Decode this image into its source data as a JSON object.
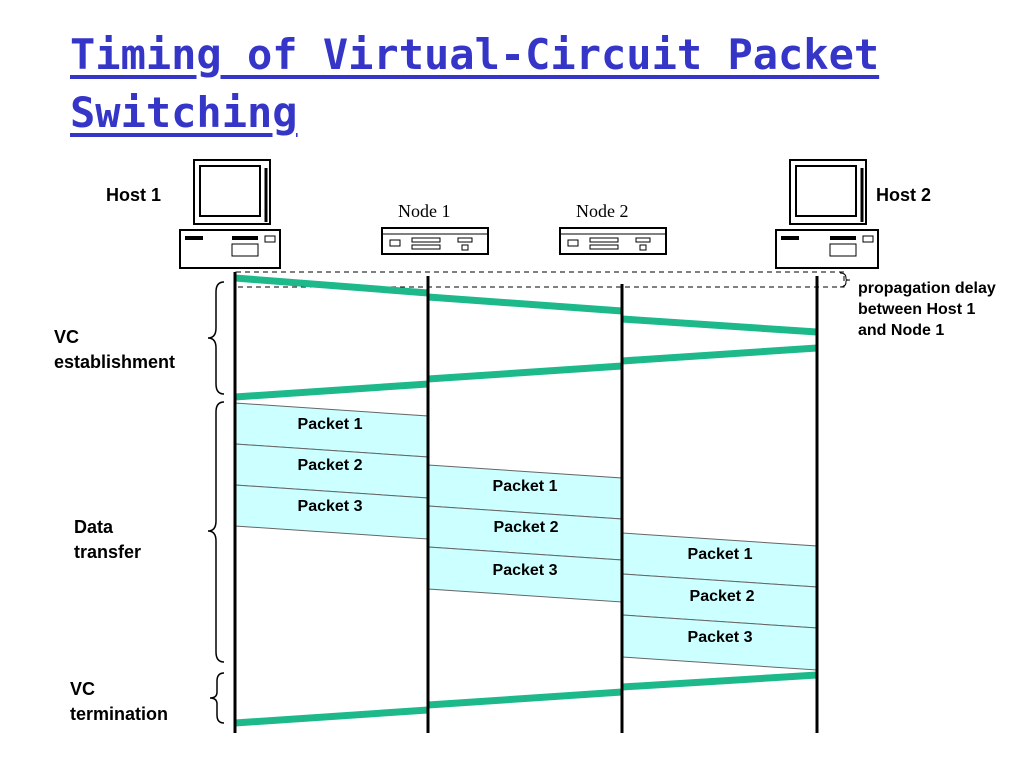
{
  "title": {
    "line1": "Timing of Virtual-Circuit Packet",
    "line2": "Switching"
  },
  "hosts": {
    "host1": "Host 1",
    "host2": "Host 2"
  },
  "nodes": {
    "node1": "Node 1",
    "node2": "Node 2"
  },
  "phases": {
    "vc_establishment": [
      "VC",
      "establishment"
    ],
    "data_transfer": [
      "Data",
      "transfer"
    ],
    "vc_termination": [
      "VC",
      "termination"
    ]
  },
  "propagation_note": [
    "propagation delay",
    "between Host 1",
    "and Node 1"
  ],
  "packets": {
    "host1_to_node1": [
      "Packet 1",
      "Packet 2",
      "Packet 3"
    ],
    "node1_to_node2": [
      "Packet 1",
      "Packet 2",
      "Packet 3"
    ],
    "node2_to_host2": [
      "Packet 1",
      "Packet 2",
      "Packet 3"
    ]
  },
  "colors": {
    "title": "#3535c8",
    "signal": "#1db98a",
    "packet_fill": "#ccffff"
  }
}
